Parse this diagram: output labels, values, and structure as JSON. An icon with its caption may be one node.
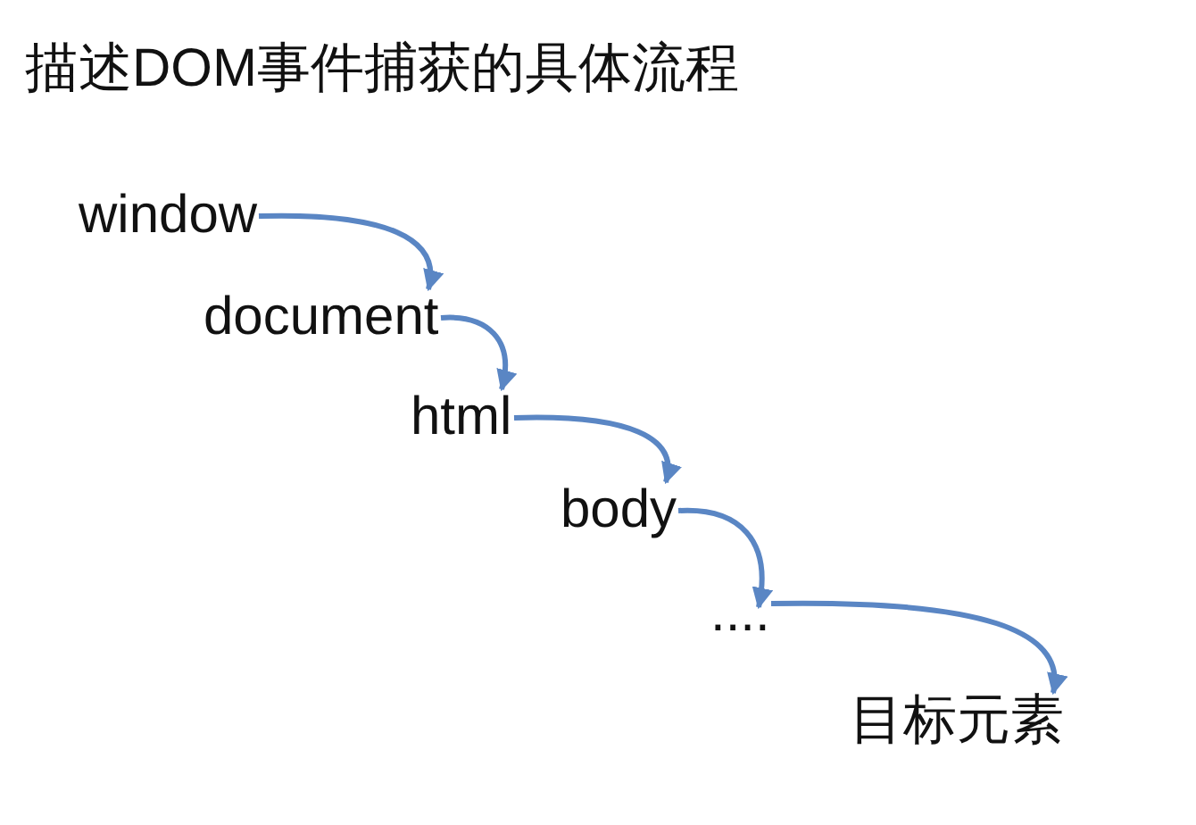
{
  "diagram": {
    "title": "描述DOM事件捕获的具体流程",
    "nodes": [
      {
        "text": [
          "window"
        ]
      },
      {
        "text": [
          "document"
        ]
      },
      {
        "text": [
          "html"
        ]
      },
      {
        "text": [
          "body"
        ]
      },
      {
        "text": [
          "...."
        ]
      },
      {
        "text": [
          "目标元素"
        ]
      }
    ],
    "edges": [
      {
        "from": 0,
        "to": 1,
        "arrow": "to"
      },
      {
        "from": 1,
        "to": 2,
        "arrow": "to"
      },
      {
        "from": 2,
        "to": 3,
        "arrow": "to"
      },
      {
        "from": 3,
        "to": 4,
        "arrow": "to"
      },
      {
        "from": 4,
        "to": 5,
        "arrow": "to"
      }
    ]
  }
}
